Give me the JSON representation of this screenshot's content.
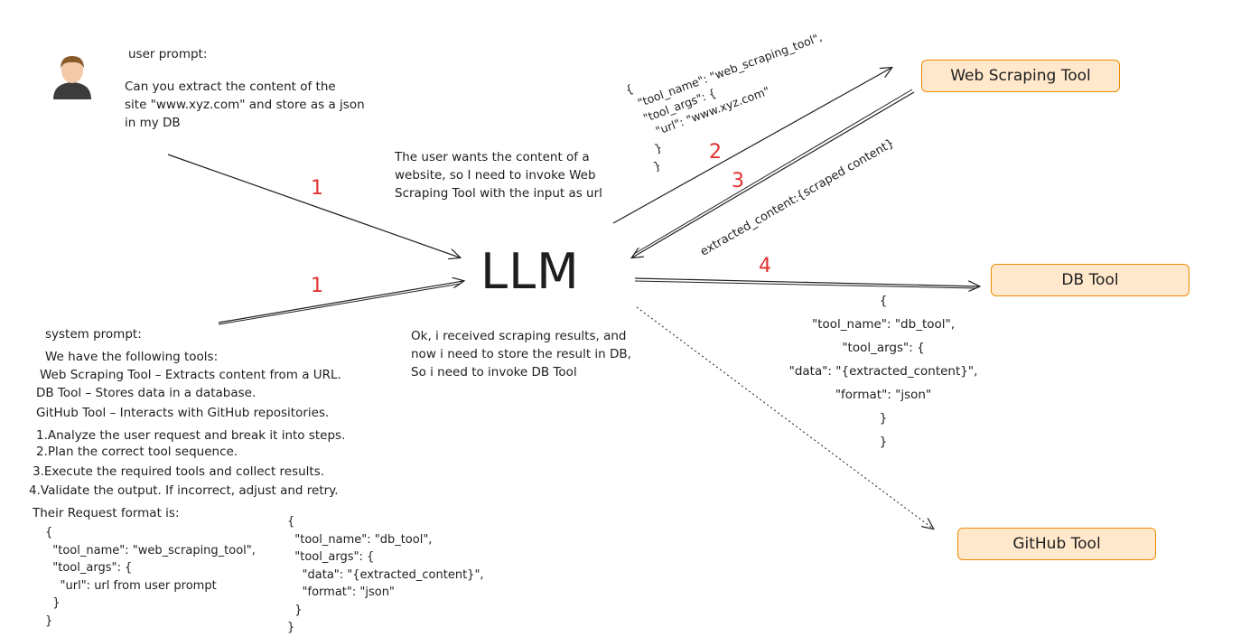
{
  "llm_label": "LLM",
  "user_prompt": {
    "heading": "user prompt:",
    "text": "Can you extract the content of the\nsite \"www.xyz.com\" and store as a json\nin my DB"
  },
  "system_prompt": {
    "heading": "system prompt:",
    "lines": [
      "We have the following tools:",
      "Web Scraping Tool – Extracts content from a URL.",
      "DB Tool – Stores data in a database.",
      "GitHub Tool – Interacts with GitHub repositories.",
      "1.Analyze the user request and break it into steps.",
      "2.Plan the correct tool sequence.",
      "3.Execute the required tools and collect results.",
      "4.Validate the output. If incorrect, adjust and retry."
    ],
    "format_heading": "Their Request format is:",
    "example_web": "{\n  \"tool_name\": \"web_scraping_tool\",\n  \"tool_args\": {\n    \"url\": url from user prompt\n  }\n}",
    "example_db": "{\n  \"tool_name\": \"db_tool\",\n  \"tool_args\": {\n    \"data\": \"{extracted_content}\",\n    \"format\": \"json\"\n  }\n}"
  },
  "reasoning": {
    "web": "The user wants the content of a\nwebsite, so I need to invoke Web\nScraping Tool with the input as url",
    "db": "Ok, i received scraping results, and\nnow i need to store the result in DB,\nSo i need to invoke DB Tool"
  },
  "web_call_json": "{\n  \"tool_name\": \"web_scraping_tool\",\n  \"tool_args\": {\n    \"url\": \"www.xyz.com\"\n  }\n}",
  "scrape_result": "extracted_content:{scraped content}",
  "db_call_json": [
    "{",
    "\"tool_name\": \"db_tool\",",
    "\"tool_args\": {",
    "\"data\": \"{extracted_content}\",",
    "\"format\": \"json\"",
    "}",
    "}"
  ],
  "step_numbers": [
    "1",
    "1",
    "2",
    "3",
    "4"
  ],
  "tools": {
    "web": "Web Scraping Tool",
    "db": "DB Tool",
    "github": "GitHub Tool"
  },
  "colors": {
    "tool_fill": "#ffe8cc",
    "tool_border": "#f08c00",
    "step_number": "#e03131",
    "stroke": "#1e1e1e"
  },
  "icons": [
    "user-avatar-icon"
  ]
}
